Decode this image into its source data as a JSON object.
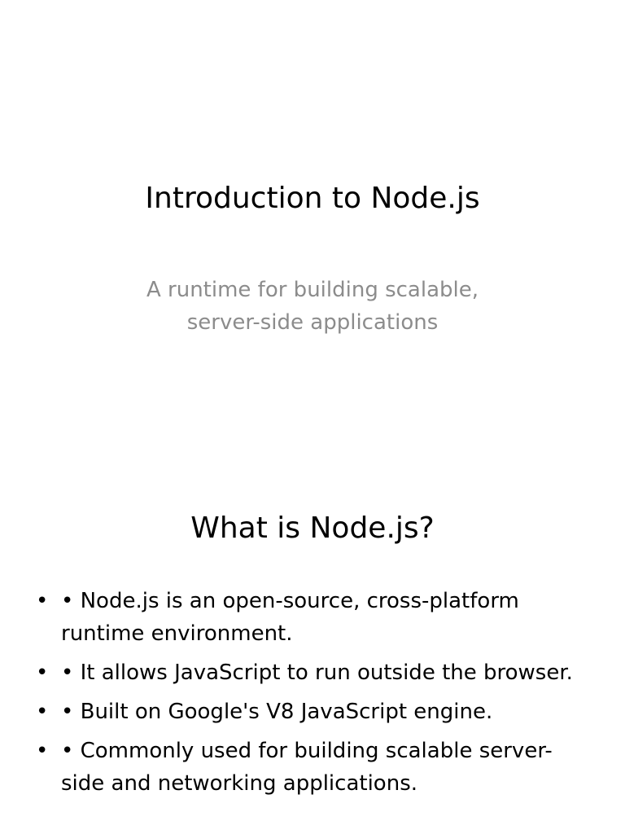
{
  "slides": [
    {
      "title": "Introduction to Node.js",
      "subtitle": "A runtime for building scalable, server-side applications"
    },
    {
      "title": "What is Node.js?",
      "bullet_marker": "•",
      "bullets": [
        "• Node.js is an open-source, cross-platform runtime environment.",
        "• It allows JavaScript to run outside the browser.",
        "• Built on Google's V8 JavaScript engine.",
        "• Commonly used for building scalable server-side and networking applications."
      ]
    }
  ]
}
